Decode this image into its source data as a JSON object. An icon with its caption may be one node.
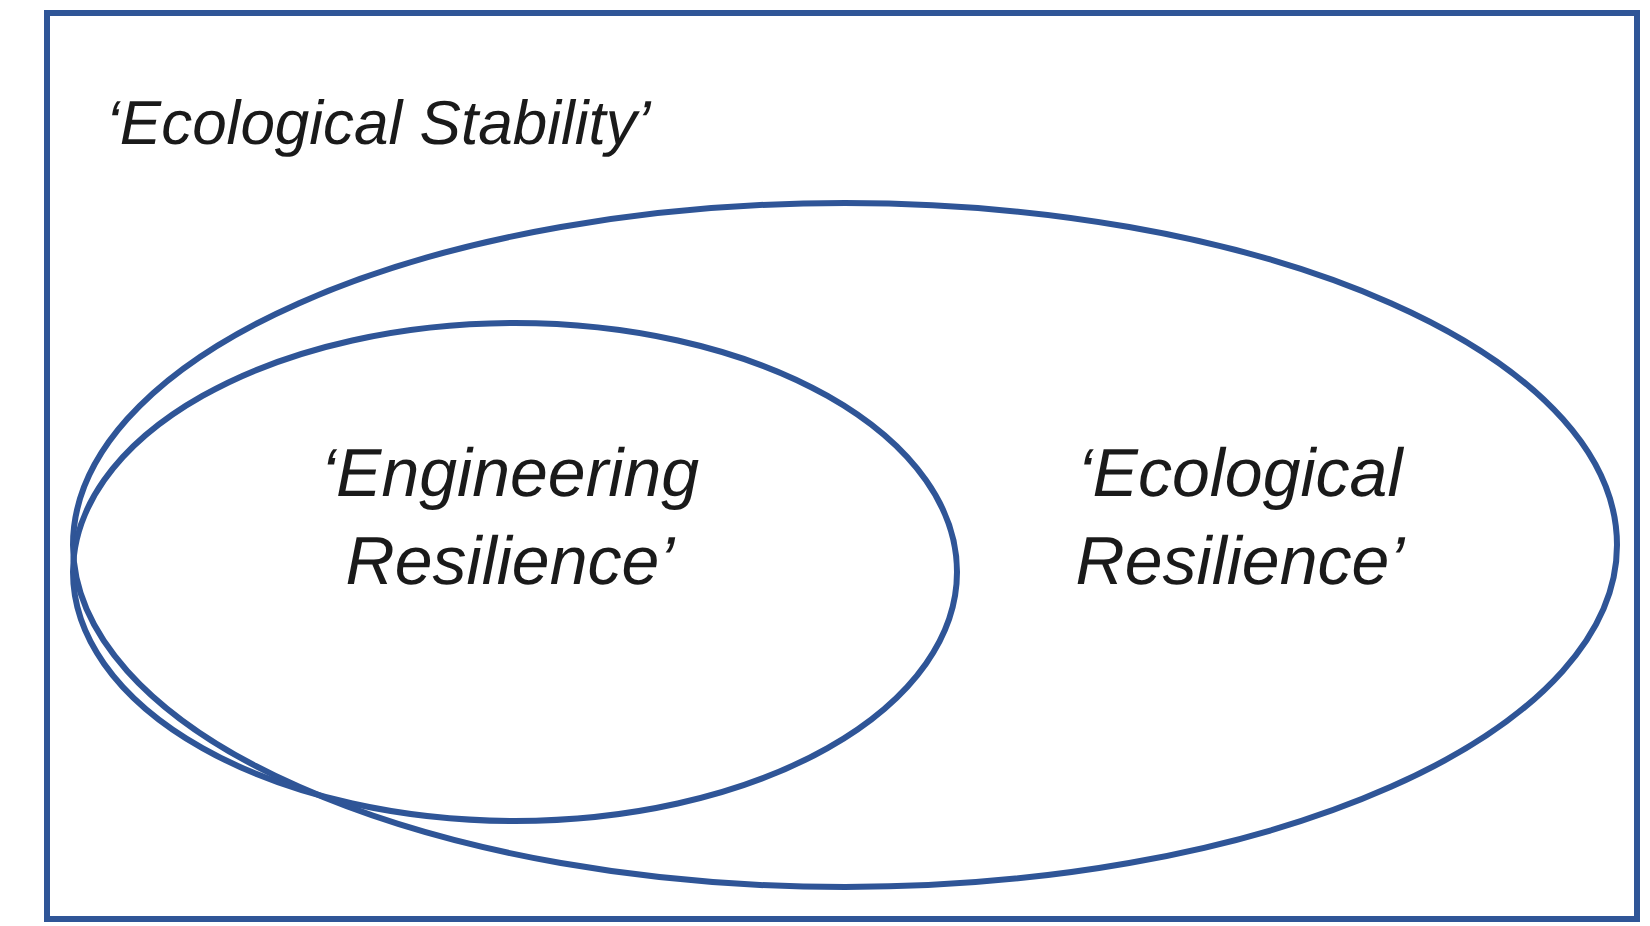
{
  "diagram": {
    "nodes": [
      {
        "text": [
          "‘Ecological Stability’"
        ]
      },
      {
        "text": [
          "‘Ecological Resilience’"
        ],
        "in": 0
      },
      {
        "text": [
          "‘Engineering Resilience’"
        ],
        "in": 1
      }
    ]
  }
}
